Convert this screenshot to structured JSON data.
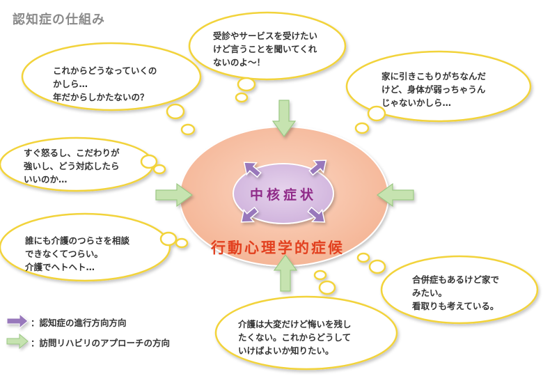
{
  "title": "認知症の仕組み",
  "center": {
    "core": "中核症状",
    "bpsd": "行動心理学的症候"
  },
  "bubbles": {
    "top_left": [
      "これからどうなっていくの",
      "かしら…",
      "年だからしかたないの？"
    ],
    "top_center": [
      "受診やサービスを受けたい",
      "けど言うことを聞いてくれ",
      "ないのよ～！"
    ],
    "top_right": [
      "家に引きこもりがちなんだ",
      "けど、身体が弱っちゃうん",
      "じゃないかしら…"
    ],
    "mid_left": [
      "すぐ怒るし、こだわりが",
      "強いし、どう対応したら",
      "いいのか…"
    ],
    "lower_left": [
      "誰にも介護のつらさを相談",
      "できなくてつらい。",
      "介護でヘトヘト…"
    ],
    "lower_right": [
      "合併症もあるけど家で",
      "みたい。",
      "看取りも考えている。"
    ],
    "bottom_center": [
      "介護は大変だけど悔いを残し",
      "たくない。これからどうして",
      "いけばよいか知りたい。"
    ]
  },
  "legend": {
    "purple_label": "：認知症の進行方向方向",
    "green_label": "：訪問リハビリのアプローチの方向"
  },
  "colors": {
    "title": "#8a8a8a",
    "outer_ellipse": "#f8c2a6",
    "inner_ellipse": "#d9c0e2",
    "core_text": "#8f2a88",
    "bpsd_text": "#e2401f",
    "bubble_stroke": "#f2d33a",
    "purple_arrow": "#9878bb",
    "green_arrow": "#c6e3b0"
  }
}
